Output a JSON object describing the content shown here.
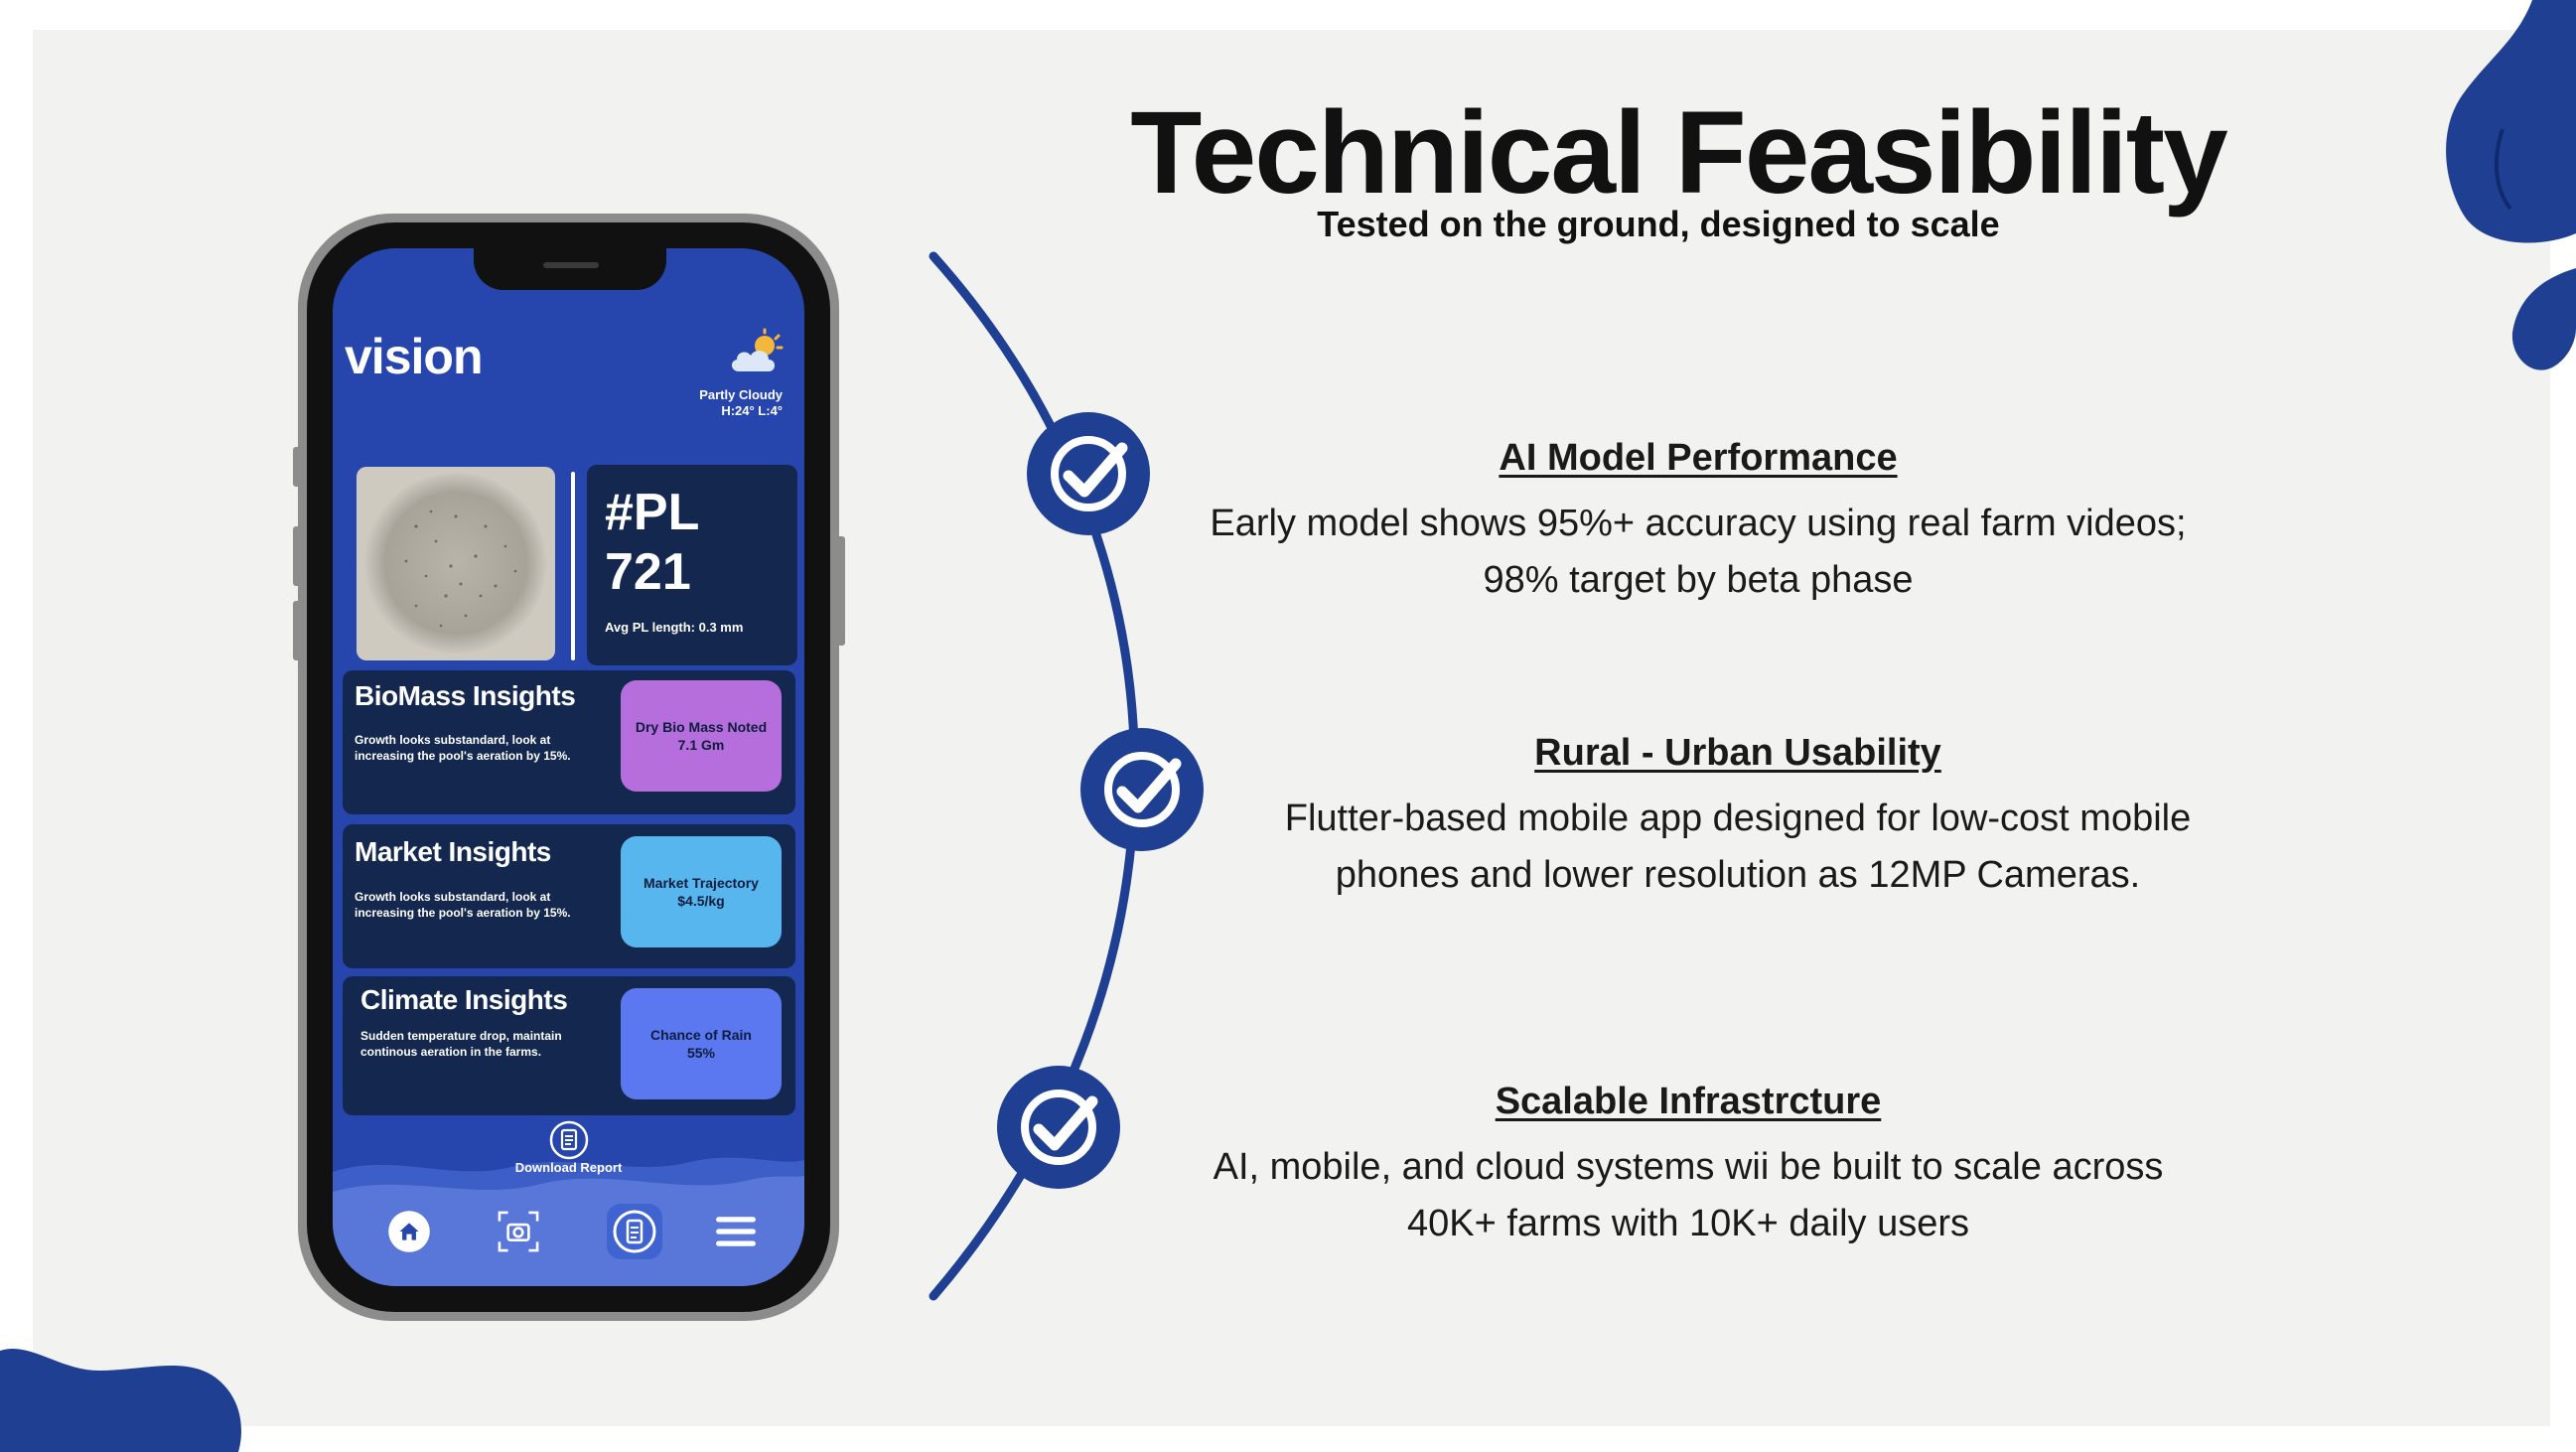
{
  "slide": {
    "title": "Technical Feasibility",
    "subtitle": "Tested on the ground, designed to scale"
  },
  "features": [
    {
      "heading": "AI Model Performance ",
      "line1": "Early model shows 95%+ accuracy using real farm videos;",
      "line2": "98% target by beta phase"
    },
    {
      "heading": "Rural - Urban  Usability ",
      "line1": "Flutter-based mobile app designed for low-cost mobile",
      "line2": "phones and lower resolution as 12MP Cameras."
    },
    {
      "heading": "Scalable Infrastrcture",
      "line1": "AI, mobile, and cloud systems wii be built to scale across",
      "line2": "40K+ farms with 10K+ daily users"
    }
  ],
  "phone": {
    "logo": "vision",
    "weather": {
      "condition": "Partly Cloudy",
      "temps": "H:24° L:4°",
      "icon": "partly-cloudy-icon"
    },
    "pl": {
      "line1": "#PL",
      "line2": "721",
      "sub": "Avg PL length: 0.3 mm"
    },
    "cards": [
      {
        "heading": "BioMass Insights",
        "body": "Growth looks substandard, look at increasing the pool's aeration by 15%.",
        "pill_label": "Dry Bio Mass Noted",
        "pill_value": "7.1 Gm",
        "pill_color": "#b56edb"
      },
      {
        "heading": "Market Insights",
        "body": "Growth looks substandard, look at increasing the pool's aeration by 15%.",
        "pill_label": "Market Trajectory",
        "pill_value": "$4.5/kg",
        "pill_color": "#57b6ee"
      },
      {
        "heading": "Climate Insights",
        "body": "Sudden temperature drop, maintain continous aeration in the farms.",
        "pill_label": "Chance of Rain",
        "pill_value": "55%",
        "pill_color": "#5b78f0"
      }
    ],
    "download_label": "Download Report",
    "nav": [
      "home-icon",
      "camera-scan-icon",
      "report-icon",
      "menu-icon"
    ]
  },
  "colors": {
    "brand_blue": "#1f3f93",
    "screen_blue": "#2746ad",
    "card_navy": "#14284f"
  }
}
